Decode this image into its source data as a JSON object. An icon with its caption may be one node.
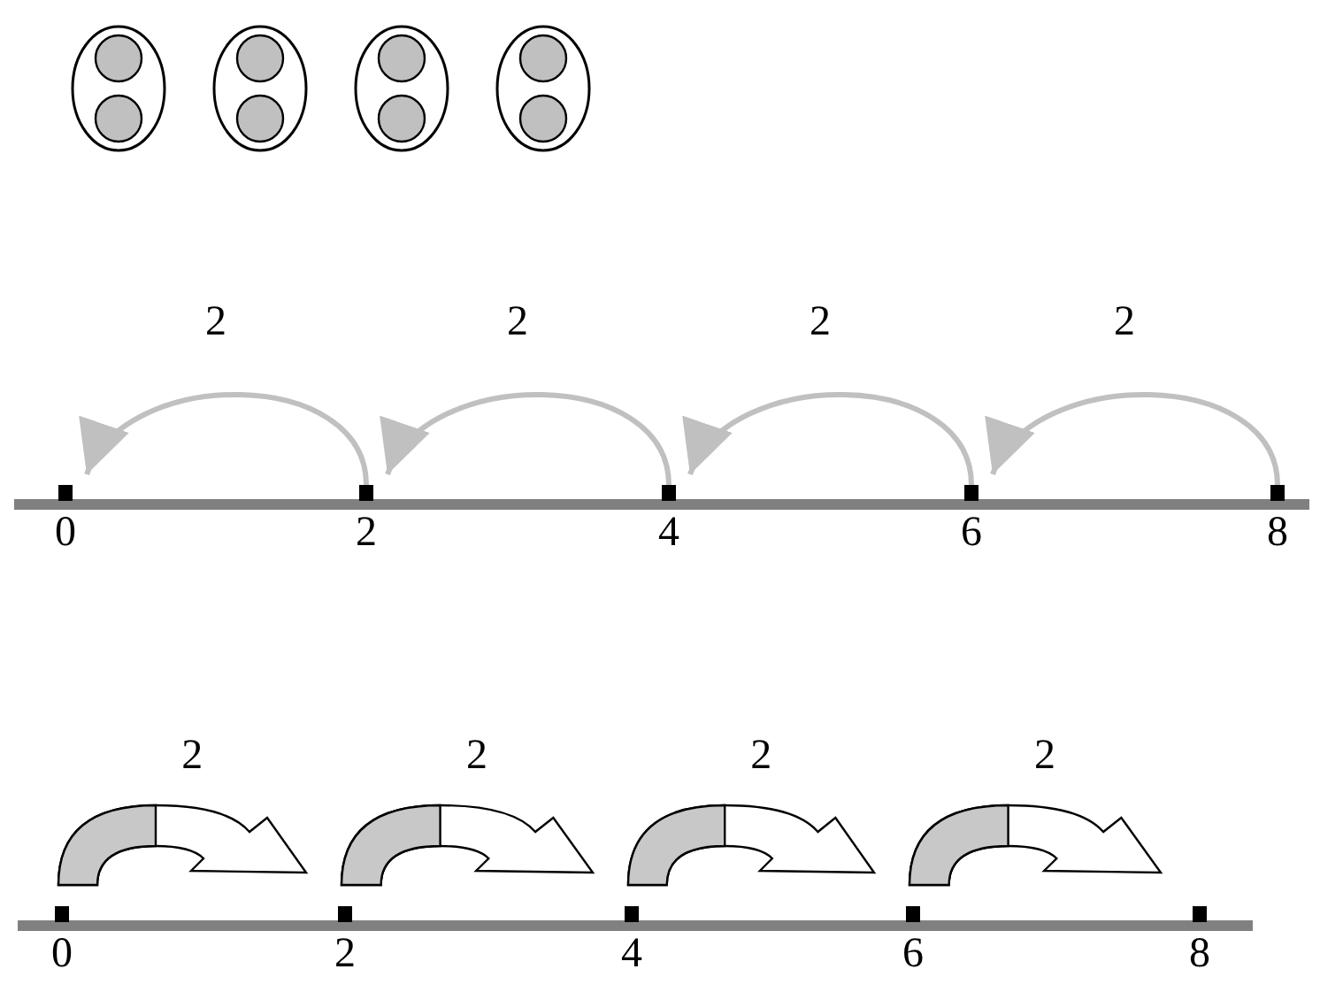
{
  "diagram": {
    "nodes": [
      {
        "text": [
          "0"
        ]
      },
      {
        "text": [
          "2"
        ]
      },
      {
        "text": [
          "4"
        ]
      },
      {
        "text": [
          "6"
        ]
      },
      {
        "text": [
          "8"
        ]
      },
      {
        "text": [
          "0"
        ]
      },
      {
        "text": [
          "2"
        ]
      },
      {
        "text": [
          "4"
        ]
      },
      {
        "text": [
          "6"
        ]
      },
      {
        "text": [
          "8"
        ]
      }
    ],
    "edges": [
      {
        "from": 4,
        "to": 3,
        "arrow": "to",
        "label": "2"
      },
      {
        "from": 3,
        "to": 2,
        "arrow": "to",
        "label": "2"
      },
      {
        "from": 2,
        "to": 1,
        "arrow": "to",
        "label": "2"
      },
      {
        "from": 1,
        "to": 0,
        "arrow": "to",
        "label": "2"
      },
      {
        "from": 5,
        "to": 6,
        "arrow": "to",
        "label": "2",
        "style": "thick"
      },
      {
        "from": 6,
        "to": 7,
        "arrow": "to",
        "label": "2",
        "style": "thick"
      },
      {
        "from": 7,
        "to": 8,
        "arrow": "to",
        "label": "2",
        "style": "thick"
      },
      {
        "from": 8,
        "to": 9,
        "arrow": "to",
        "label": "2",
        "style": "thick"
      }
    ]
  }
}
